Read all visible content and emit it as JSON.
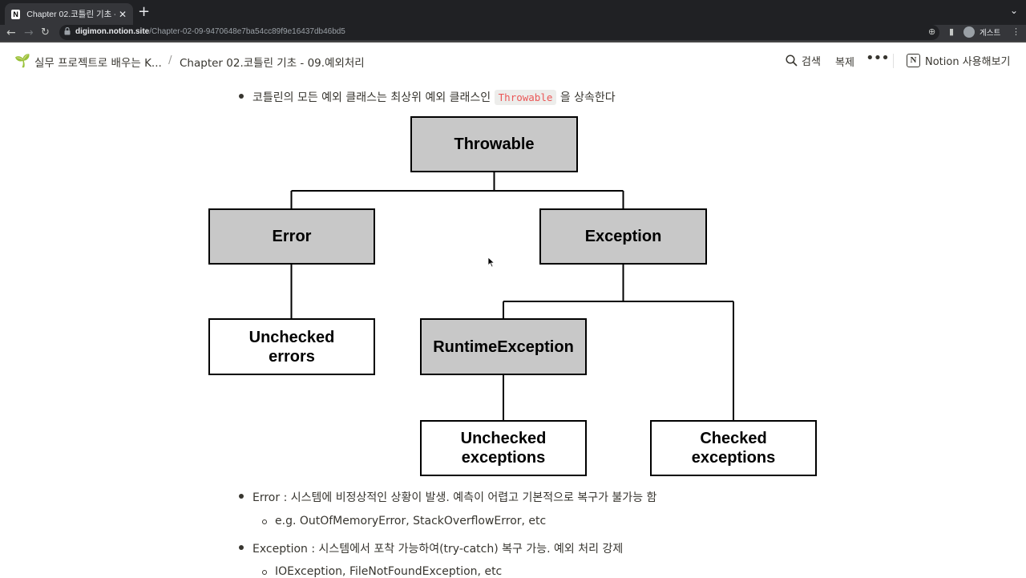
{
  "browser": {
    "tab_title": "Chapter 02.코틀린 기초 - 09.예외처리",
    "url_domain": "digimon.notion.site",
    "url_path": "/Chapter-02-09-9470648e7ba54cc89f9e16437db46bd5",
    "guest_label": "게스트"
  },
  "notion": {
    "breadcrumb_parent": "실무 프로젝트로 배우는 K...",
    "breadcrumb_separator": "/",
    "breadcrumb_page": "Chapter 02.코틀린 기초 - 09.예외처리",
    "search_label": "검색",
    "duplicate_label": "복제",
    "more_label": "•••",
    "try_notion_label": "Notion 사용해보기"
  },
  "content": {
    "intro_before": "코틀린의 모든 예외 클래스는 최상위 예외 클래스인",
    "intro_code": "Throwable",
    "intro_after": "을 상속한다",
    "error_line": "Error : 시스템에 비정상적인 상황이 발생. 예측이 어렵고 기본적으로 복구가 불가능 함",
    "error_example": "e.g. OutOfMemoryError, StackOverflowError, etc",
    "exception_line": "Exception : 시스템에서 포착 가능하여(try-catch) 복구 가능. 예외 처리 강제",
    "exception_example": "IOException, FileNotFoundException, etc"
  },
  "diagram": {
    "nodes": {
      "throwable": "Throwable",
      "error": "Error",
      "exception": "Exception",
      "unchecked_errors_1": "Unchecked",
      "unchecked_errors_2": "errors",
      "runtime": "RuntimeException",
      "unchecked_exc_1": "Unchecked",
      "unchecked_exc_2": "exceptions",
      "checked_exc_1": "Checked",
      "checked_exc_2": "exceptions"
    },
    "colors": {
      "gray_fill": "#c8c8c8",
      "white_fill": "#ffffff",
      "stroke": "#000000"
    }
  }
}
